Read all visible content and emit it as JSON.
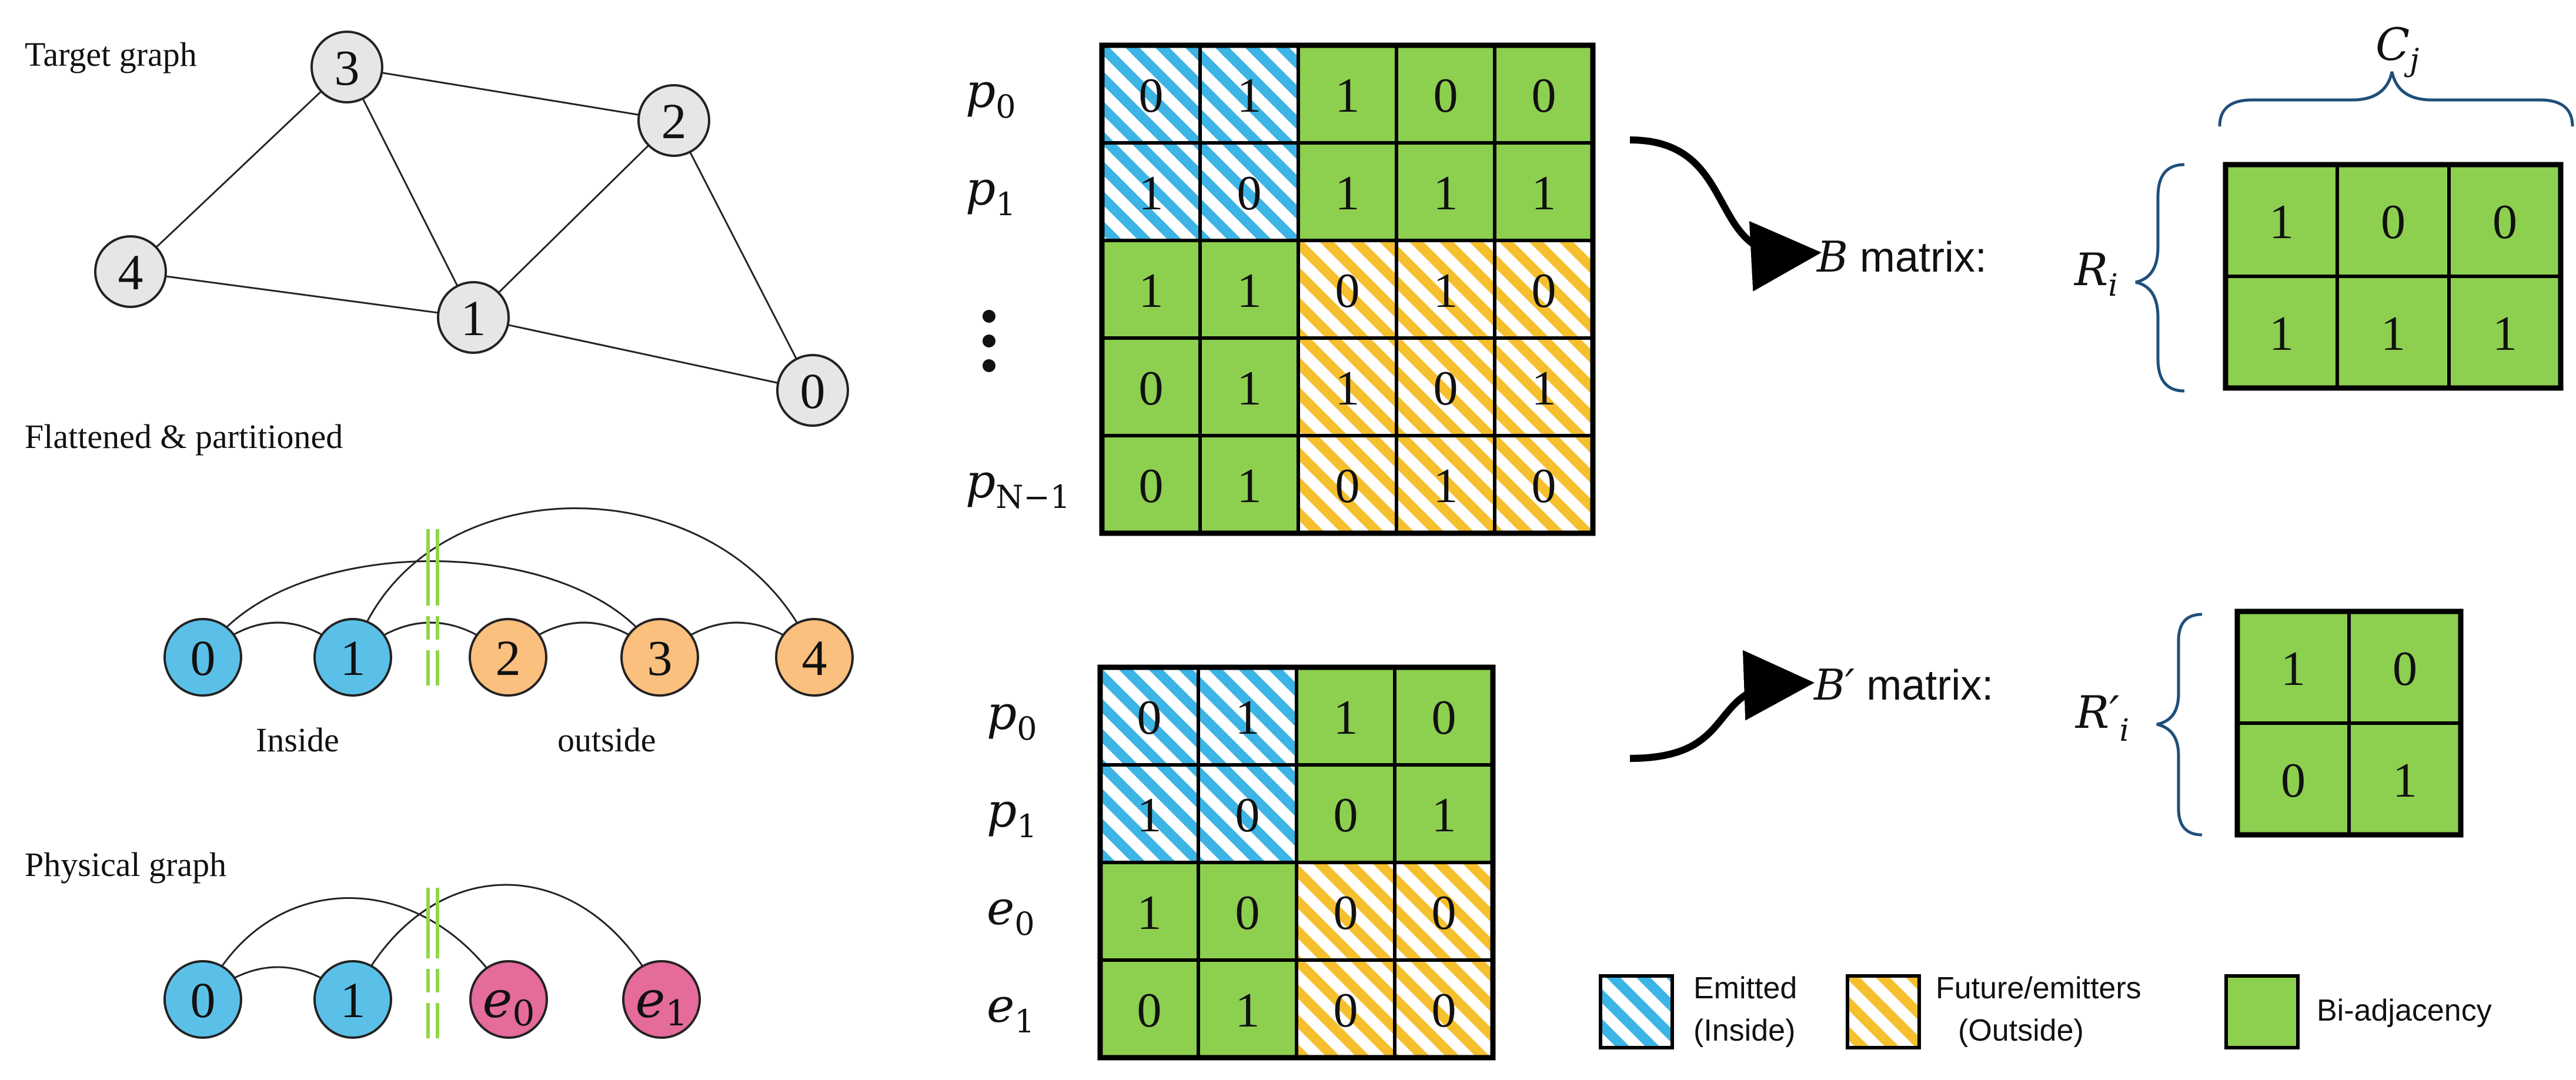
{
  "colors": {
    "node_gray": "#e6e6e6",
    "node_blue": "#5bc0e8",
    "node_orange": "#fbbf7e",
    "node_pink": "#e56b9b",
    "cell_green": "#8dcf4f",
    "hatch_blue": "#3cb4e5",
    "hatch_yellow": "#f5bf2e",
    "partition_green": "#8fd64a",
    "brace_blue": "#1f4e79"
  },
  "sections": {
    "target_title": "Target graph",
    "flat_title": "Flattened & partitioned",
    "physical_title": "Physical graph"
  },
  "target_graph": {
    "nodes": [
      {
        "id": "n3",
        "label": "3"
      },
      {
        "id": "n2",
        "label": "2"
      },
      {
        "id": "n4",
        "label": "4"
      },
      {
        "id": "n1",
        "label": "1"
      },
      {
        "id": "n0",
        "label": "0"
      }
    ],
    "edges": [
      [
        "3",
        "2"
      ],
      [
        "3",
        "4"
      ],
      [
        "3",
        "1"
      ],
      [
        "2",
        "1"
      ],
      [
        "2",
        "0"
      ],
      [
        "4",
        "1"
      ],
      [
        "1",
        "0"
      ]
    ]
  },
  "flat_graph": {
    "nodes": [
      {
        "label": "0",
        "group": "inside"
      },
      {
        "label": "1",
        "group": "inside"
      },
      {
        "label": "2",
        "group": "outside"
      },
      {
        "label": "3",
        "group": "outside"
      },
      {
        "label": "4",
        "group": "outside"
      }
    ],
    "inside_label": "Inside",
    "outside_label": "outside"
  },
  "physical_graph": {
    "nodes": [
      {
        "label": "0",
        "group": "inside"
      },
      {
        "label": "1",
        "group": "inside"
      },
      {
        "label": "e",
        "sub": "0",
        "group": "emitter"
      },
      {
        "label": "e",
        "sub": "1",
        "group": "emitter"
      }
    ]
  },
  "matrix_top": {
    "row_labels": [
      {
        "base": "p",
        "sub": "0"
      },
      {
        "base": "p",
        "sub": "1"
      },
      {
        "base": "",
        "sub": ""
      },
      {
        "base": "",
        "sub": ""
      },
      {
        "base": "p",
        "sub": "N−1"
      }
    ],
    "rows": [
      [
        "0",
        "1",
        "1",
        "0",
        "0"
      ],
      [
        "1",
        "0",
        "1",
        "1",
        "1"
      ],
      [
        "1",
        "1",
        "0",
        "1",
        "0"
      ],
      [
        "0",
        "1",
        "1",
        "0",
        "1"
      ],
      [
        "0",
        "1",
        "0",
        "1",
        "0"
      ]
    ],
    "styles": [
      [
        "emitted",
        "emitted",
        "bi",
        "bi",
        "bi"
      ],
      [
        "emitted",
        "emitted",
        "bi",
        "bi",
        "bi"
      ],
      [
        "bi",
        "bi",
        "future",
        "future",
        "future"
      ],
      [
        "bi",
        "bi",
        "future",
        "future",
        "future"
      ],
      [
        "bi",
        "bi",
        "future",
        "future",
        "future"
      ]
    ],
    "arrow_label_var": "B",
    "arrow_label_text": " matrix:"
  },
  "matrix_bottom": {
    "row_labels": [
      {
        "base": "p",
        "sub": "0"
      },
      {
        "base": "p",
        "sub": "1"
      },
      {
        "base": "e",
        "sub": "0"
      },
      {
        "base": "e",
        "sub": "1"
      }
    ],
    "rows": [
      [
        "0",
        "1",
        "1",
        "0"
      ],
      [
        "1",
        "0",
        "0",
        "1"
      ],
      [
        "1",
        "0",
        "0",
        "0"
      ],
      [
        "0",
        "1",
        "0",
        "0"
      ]
    ],
    "styles": [
      [
        "emitted",
        "emitted",
        "bi",
        "bi"
      ],
      [
        "emitted",
        "emitted",
        "bi",
        "bi"
      ],
      [
        "bi",
        "bi",
        "future",
        "future"
      ],
      [
        "bi",
        "bi",
        "future",
        "future"
      ]
    ],
    "arrow_label_var": "B′",
    "arrow_label_text": " matrix:"
  },
  "b_matrix": {
    "col_label": "C",
    "col_label_sub": "j",
    "row_label": "R",
    "row_label_sub": "i",
    "rows": [
      [
        "1",
        "0",
        "0"
      ],
      [
        "1",
        "1",
        "1"
      ]
    ]
  },
  "bprime_matrix": {
    "row_label": "R′",
    "row_label_sub": "i",
    "rows": [
      [
        "1",
        "0"
      ],
      [
        "0",
        "1"
      ]
    ]
  },
  "legend": {
    "emitted_line1": "Emitted",
    "emitted_line2": "(Inside)",
    "future_line1": "Future/emitters",
    "future_line2": "(Outside)",
    "bi_label": "Bi-adjacency"
  }
}
